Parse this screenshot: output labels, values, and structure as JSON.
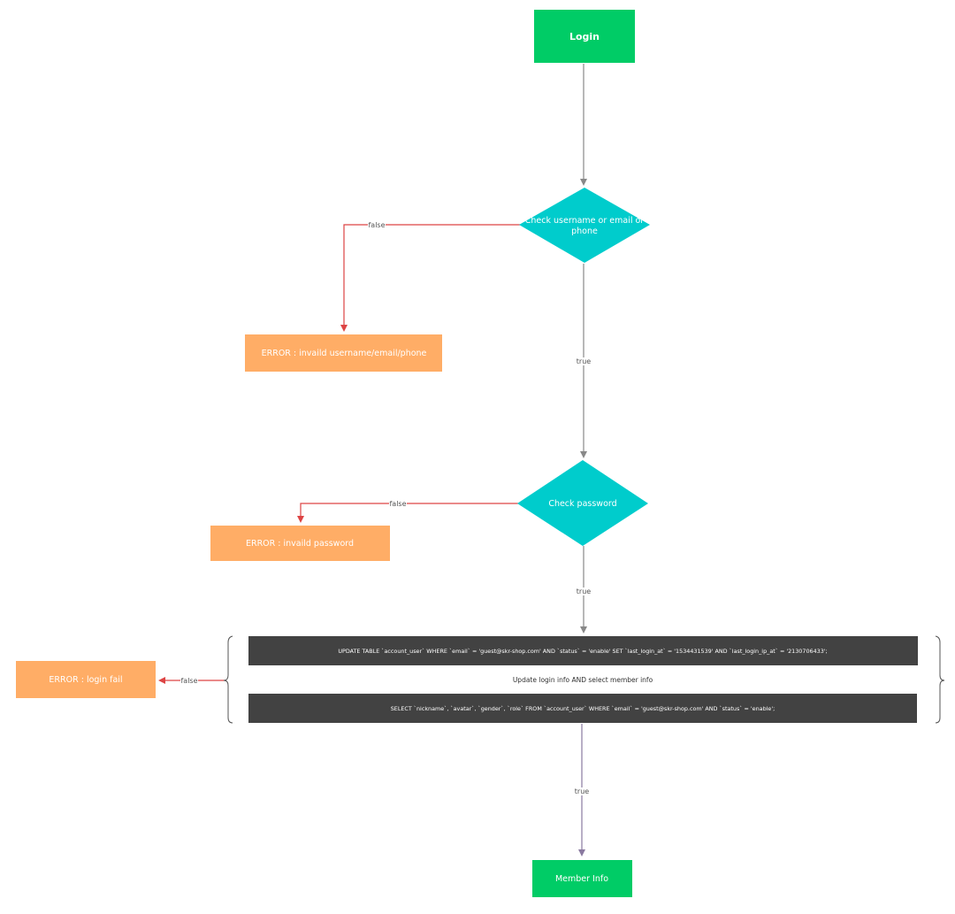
{
  "diagram": {
    "nodes": {
      "login": {
        "label": "Login",
        "shape": "rect"
      },
      "check_user": {
        "label_lines": [
          "Check username or email or",
          "phone"
        ],
        "shape": "diamond"
      },
      "error_user": {
        "label": "ERROR : invaild username/email/phone",
        "shape": "rect"
      },
      "check_password": {
        "label": "Check password",
        "shape": "diamond"
      },
      "error_password": {
        "label": "ERROR : invaild password",
        "shape": "rect"
      },
      "update_sql": {
        "label": "UPDATE TABLE `account_user` WHERE `email` = 'guest@skr-shop.com' AND `status` = 'enable' SET `last_login_at` = '1534431539' AND `last_login_ip_at` = '2130706433';",
        "shape": "rect"
      },
      "group_caption": {
        "label": "Update login info AND select member info"
      },
      "select_sql": {
        "label": "SELECT `nickname`, `avatar`, `gender`, `role` FROM `account_user` WHERE `email` = 'guest@skr-shop.com' AND `status` = 'enable';",
        "shape": "rect"
      },
      "error_login": {
        "label": "ERROR : login fail",
        "shape": "rect"
      },
      "member_info": {
        "label": "Member Info",
        "shape": "rect"
      }
    },
    "edges": [
      {
        "from": "login",
        "to": "check_user",
        "label": ""
      },
      {
        "from": "check_user",
        "to": "error_user",
        "label": "false"
      },
      {
        "from": "check_user",
        "to": "check_password",
        "label": "true"
      },
      {
        "from": "check_password",
        "to": "error_password",
        "label": "false"
      },
      {
        "from": "check_password",
        "to": "update_group",
        "label": "true"
      },
      {
        "from": "update_group",
        "to": "error_login",
        "label": "false"
      },
      {
        "from": "update_group",
        "to": "member_info",
        "label": "true"
      }
    ]
  },
  "colors": {
    "start_end": "#00cc66",
    "decision": "#00cccc",
    "error": "#ffad66",
    "sql_box": "#424242",
    "flow_arrow": "#888888",
    "false_arrow": "#dd4444",
    "true_arrow_bottom": "#8a7aa0",
    "text_light": "#ffffff",
    "text_dark": "#333333"
  }
}
